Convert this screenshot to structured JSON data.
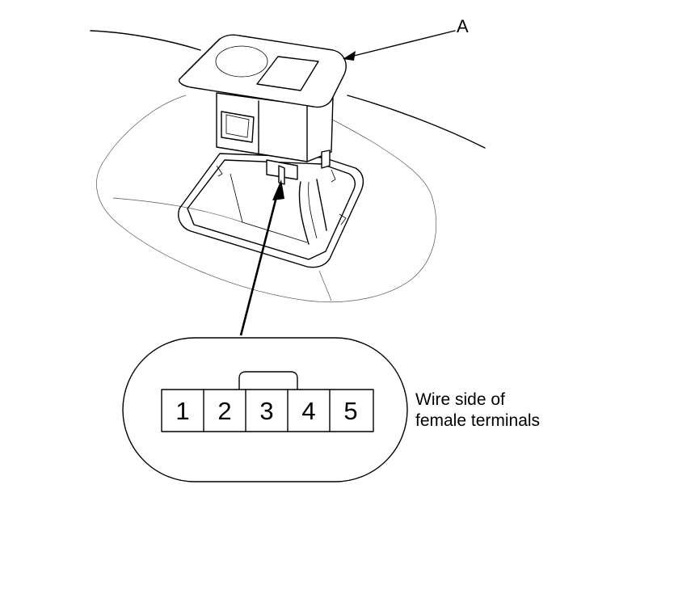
{
  "callout": {
    "letter": "A"
  },
  "connector": {
    "terminals": [
      "1",
      "2",
      "3",
      "4",
      "5"
    ],
    "caption_line1": "Wire side of",
    "caption_line2": "female terminals"
  }
}
